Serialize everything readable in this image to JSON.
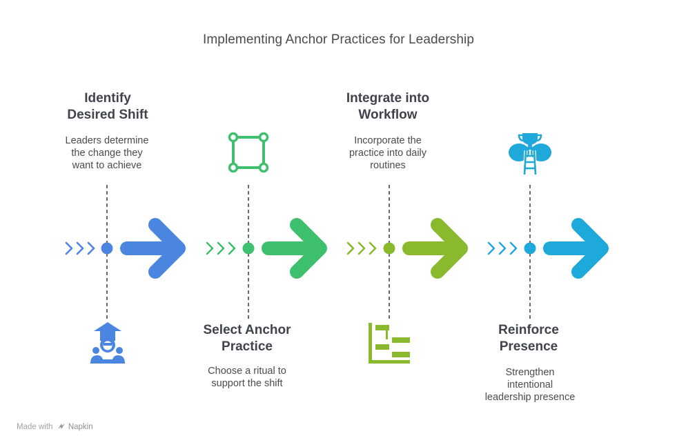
{
  "title": "Implementing Anchor Practices for Leadership",
  "steps": [
    {
      "heading": [
        "Identify",
        "Desired Shift"
      ],
      "description": [
        "Leaders determine",
        "the change they",
        "want to achieve"
      ],
      "color": "#4a86e0",
      "icon": "graduate-icon"
    },
    {
      "heading": [
        "Select Anchor",
        "Practice"
      ],
      "description": [
        "Choose a ritual to",
        "support the shift"
      ],
      "color": "#3ec06f",
      "icon": "vector-square-icon"
    },
    {
      "heading": [
        "Integrate into",
        "Workflow"
      ],
      "description": [
        "Incorporate the",
        "practice into daily",
        "routines"
      ],
      "color": "#8ab92e",
      "icon": "gantt-chart-icon"
    },
    {
      "heading": [
        "Reinforce",
        "Presence"
      ],
      "description": [
        "Strengthen",
        "intentional",
        "leadership presence"
      ],
      "color": "#1fa8da",
      "icon": "trophy-ladder-icon"
    }
  ],
  "footer": {
    "prefix": "Made with",
    "brand": "Napkin",
    "logo_icon": "napkin-logo-icon"
  }
}
